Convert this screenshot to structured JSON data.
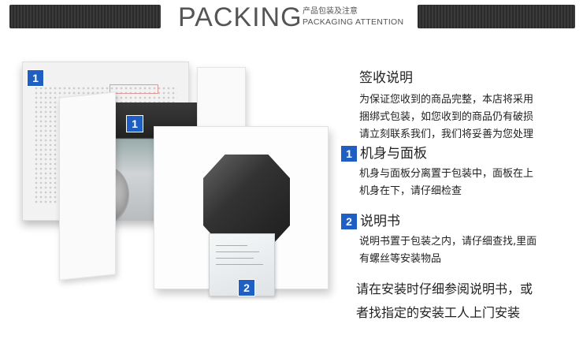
{
  "header": {
    "title": "PACKING",
    "subtitle_cn": "产品包装及注意",
    "subtitle_en": "PACKAGING ATTENTION"
  },
  "badges": {
    "one": "1",
    "two": "2"
  },
  "sections": {
    "inspection": {
      "heading": "签收说明",
      "lines": [
        "为保证您收到的商品完整，本店将采用",
        "捆绑式包装，如您收到的商品仍有破损",
        "请立刻联系我们，我们将妥善为您处理"
      ]
    },
    "body_panel": {
      "number": "1",
      "heading": "机身与面板",
      "lines": [
        "机身与面板分离置于包装中，面板在上",
        "机身在下，请仔细检查"
      ]
    },
    "manual": {
      "number": "2",
      "heading": "说明书",
      "lines": [
        "说明书置于包装之内，请仔细查找,里面",
        "有螺丝等安装物品"
      ]
    },
    "closing": {
      "lines": [
        "请在安装时仔细参阅说明书，或",
        "者找指定的安装工人上门安装"
      ]
    }
  },
  "colors": {
    "badge": "#1f5fc3",
    "band": "#2b2b2b"
  }
}
